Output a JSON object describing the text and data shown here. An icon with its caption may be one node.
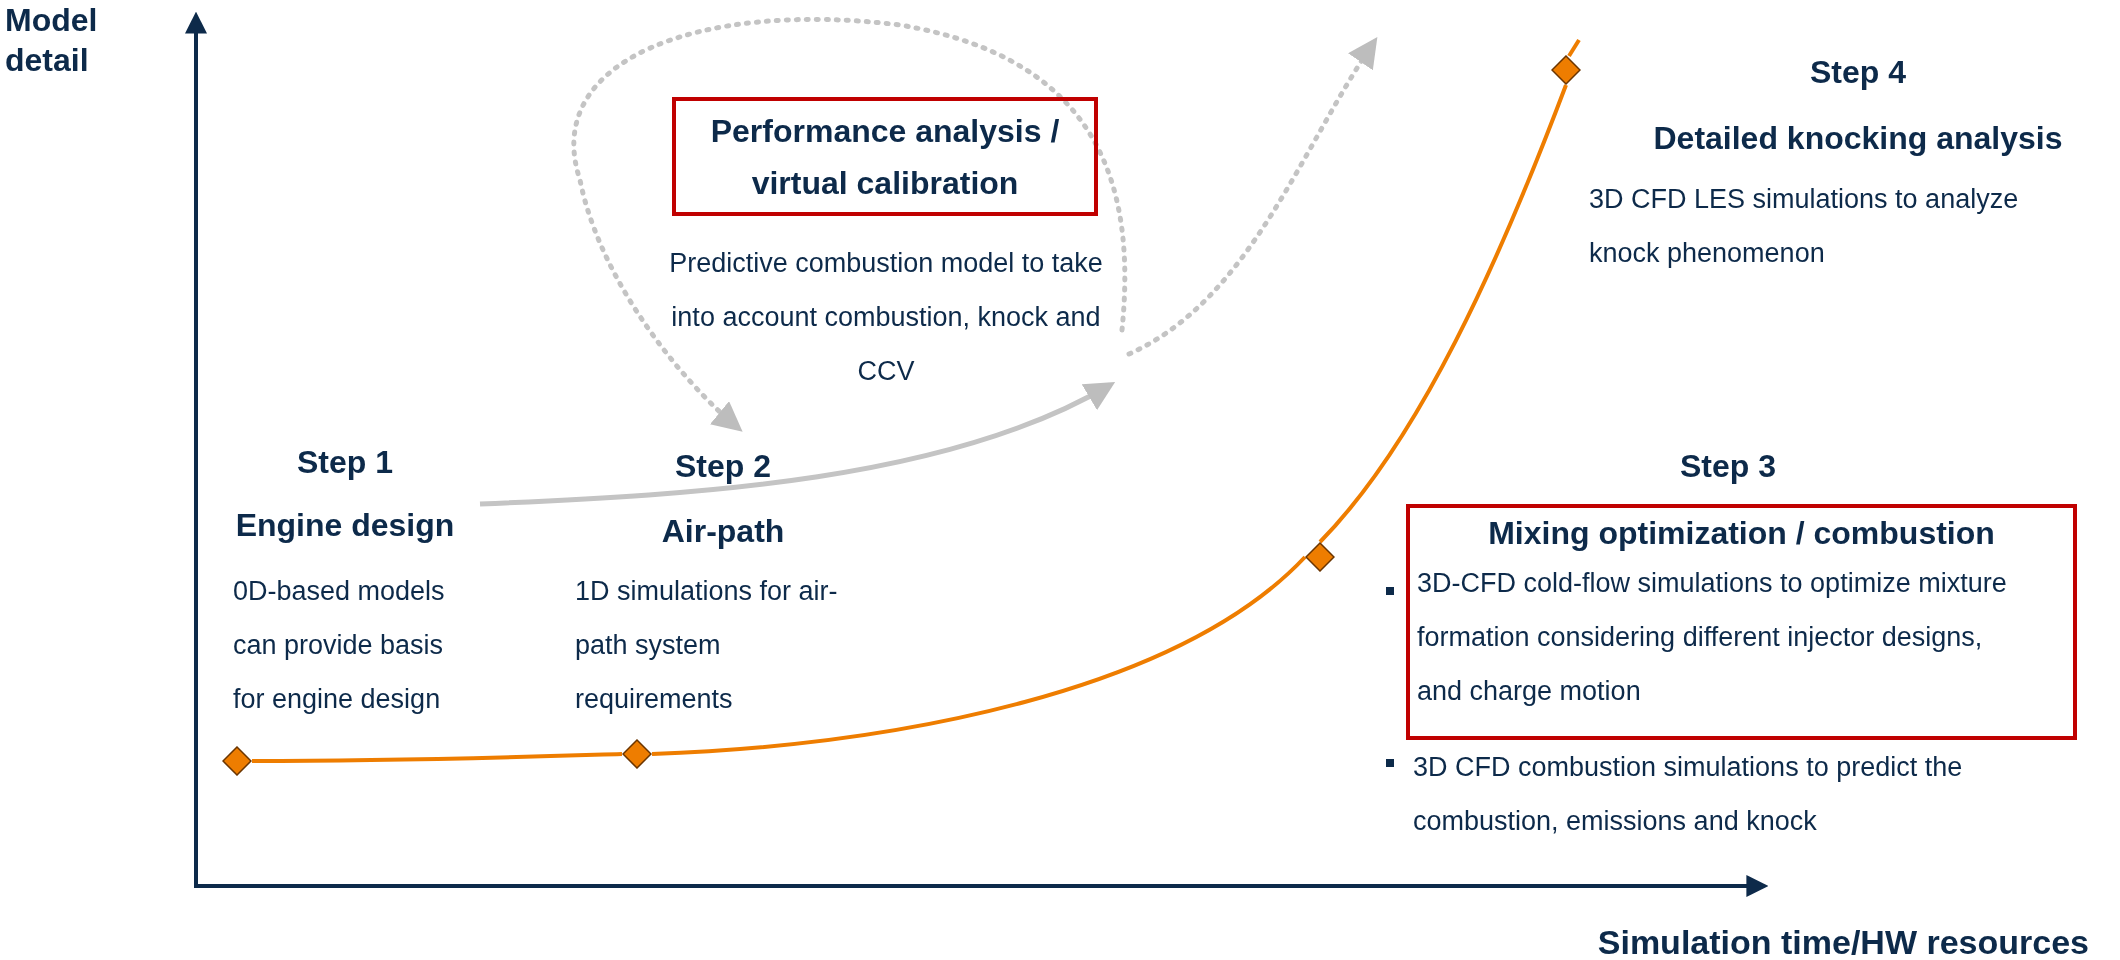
{
  "diagram": {
    "nodes": [
      {
        "text": [
          "Performance analysis / virtual calibration"
        ],
        "beside": [
          "Predictive combustion model to take into account combustion, knock and CCV"
        ]
      },
      {
        "text": [
          "Mixing optimization / combustion",
          "3D-CFD cold-flow simulations to optimize mixture formation considering different injector designs, and charge motion"
        ]
      },
      {
        "text": [],
        "shape": "diamond"
      },
      {
        "text": [],
        "shape": "diamond"
      },
      {
        "text": [],
        "shape": "diamond"
      },
      {
        "text": [],
        "shape": "diamond"
      }
    ],
    "edges": [
      {
        "from": 2,
        "to": 3,
        "arrow": "none"
      },
      {
        "from": 3,
        "to": 4,
        "arrow": "none"
      },
      {
        "from": 4,
        "to": 5,
        "arrow": "none"
      }
    ],
    "labels": [
      "Model detail",
      "Step 4",
      "Detailed knocking analysis",
      "3D CFD LES simulations to analyze knock phenomenon",
      "Step 1",
      "Engine design",
      "0D-based models can provide basis for engine design",
      "Step 2",
      "Air-path",
      "1D simulations for air-path system requirements",
      "Step 3",
      "3D CFD combustion simulations to predict the combustion, emissions and knock",
      "Simulation time/HW resources"
    ]
  }
}
